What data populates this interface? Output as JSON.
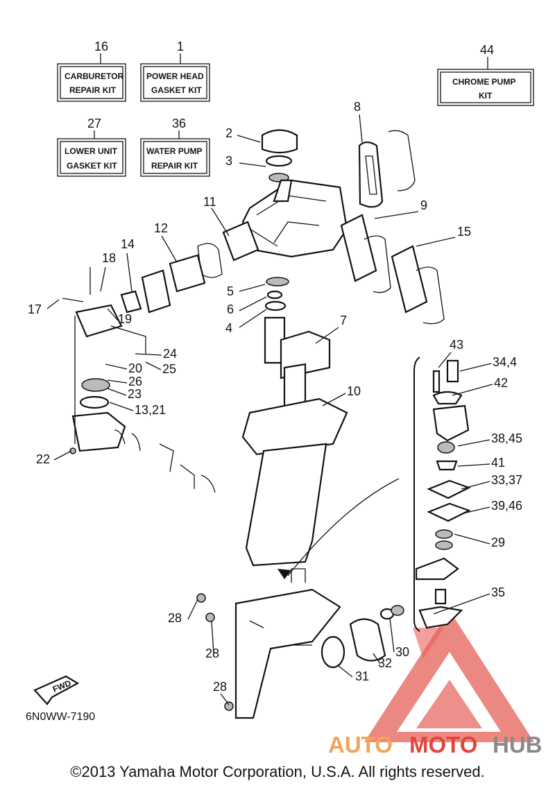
{
  "kits": [
    {
      "id": "kit-carburetor",
      "num": "16",
      "line1": "CARBURETOR",
      "line2": "REPAIR KIT"
    },
    {
      "id": "kit-power-head",
      "num": "1",
      "line1": "POWER HEAD",
      "line2": "GASKET KIT"
    },
    {
      "id": "kit-lower-unit",
      "num": "27",
      "line1": "LOWER UNIT",
      "line2": "GASKET KIT"
    },
    {
      "id": "kit-water-pump",
      "num": "36",
      "line1": "WATER PUMP",
      "line2": "REPAIR KIT"
    },
    {
      "id": "kit-chrome-pump",
      "num": "44",
      "line1": "CHROME PUMP",
      "line2": "KIT"
    }
  ],
  "callouts": [
    "2",
    "3",
    "8",
    "11",
    "9",
    "12",
    "15",
    "18",
    "14",
    "5",
    "6",
    "4",
    "17",
    "19",
    "7",
    "24",
    "25",
    "20",
    "26",
    "23",
    "13,21",
    "10",
    "43",
    "34,4",
    "42",
    "22",
    "38,45",
    "41",
    "33,37",
    "39,46",
    "29",
    "35",
    "28",
    "28",
    "31",
    "32",
    "30",
    "28"
  ],
  "fwd_label": "FWD",
  "diagram_code": "6N0WW-7190",
  "watermark": {
    "auto": "AUTO",
    "moto": "MOTO",
    "hub": "HUB",
    "color_orange": "#f3a35b",
    "color_red": "#e2453c",
    "color_gray": "#8a8a8a"
  },
  "copyright": "©2013 Yamaha Motor Corporation, U.S.A. All rights reserved."
}
